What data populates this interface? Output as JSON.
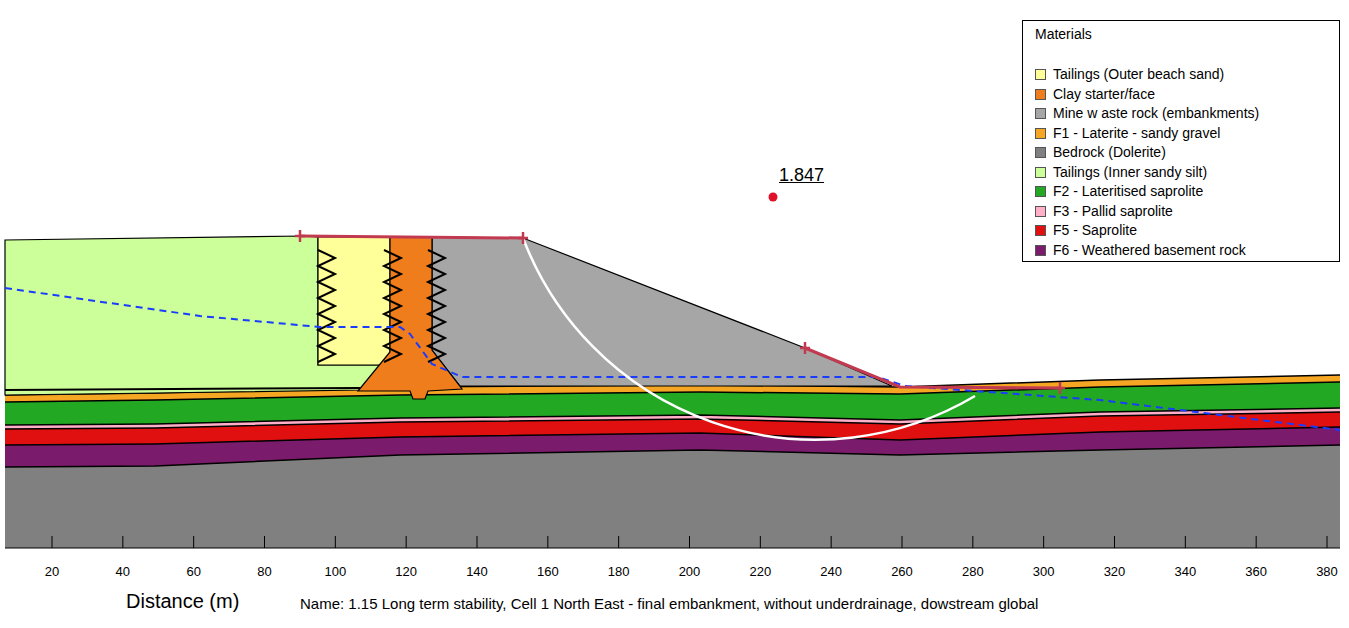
{
  "diagram": {
    "caption": "Name: 1.15 Long term stability, Cell 1 North East - final embankment, without underdrainage, dowstream global",
    "labels": [
      "Materials",
      "1.847",
      "20",
      "40",
      "60",
      "80",
      "100",
      "120",
      "140",
      "160",
      "180",
      "200",
      "220",
      "240",
      "260",
      "280",
      "300",
      "320",
      "340",
      "360",
      "380",
      "Distance (m)"
    ],
    "legend": [
      {
        "text": "Tailings (Outer beach sand)",
        "color": "#ffff99"
      },
      {
        "text": "Clay starter/face",
        "color": "#f07d1c"
      },
      {
        "text": "Mine w aste rock (embankments)",
        "color": "#a6a6a6"
      },
      {
        "text": "F1 - Laterite - sandy gravel",
        "color": "#f5a623"
      },
      {
        "text": "Bedrock (Dolerite)",
        "color": "#808080"
      },
      {
        "text": "Tailings (Inner sandy silt)",
        "color": "#ccff99"
      },
      {
        "text": "F2 - Lateritised saprolite",
        "color": "#22a822"
      },
      {
        "text": "F3 - Pallid saprolite",
        "color": "#ffb0c8"
      },
      {
        "text": "F5 - Saprolite",
        "color": "#e01010"
      },
      {
        "text": "F6 - Weathered basement rock",
        "color": "#7b1b6b"
      }
    ]
  }
}
